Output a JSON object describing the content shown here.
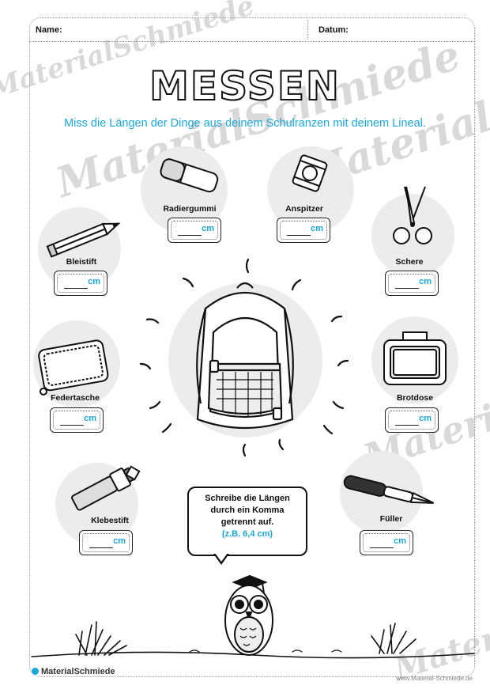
{
  "header": {
    "name_label": "Name:",
    "date_label": "Datum:"
  },
  "title": "MESSEN",
  "instruction": "Miss die Längen der Dinge aus deinem Schulranzen mit deinem Lineal.",
  "unit": "cm",
  "items": [
    {
      "label": "Radiergummi",
      "icon": "eraser-icon"
    },
    {
      "label": "Anspitzer",
      "icon": "sharpener-icon"
    },
    {
      "label": "Bleistift",
      "icon": "pencil-icon"
    },
    {
      "label": "Schere",
      "icon": "scissors-icon"
    },
    {
      "label": "Federtasche",
      "icon": "pencil-case-icon"
    },
    {
      "label": "Brotdose",
      "icon": "lunchbox-icon"
    },
    {
      "label": "Klebestift",
      "icon": "glue-stick-icon"
    },
    {
      "label": "Füller",
      "icon": "fountain-pen-icon"
    }
  ],
  "hint": {
    "line1": "Schreibe die Längen",
    "line2": "durch ein Komma",
    "line3": "getrennt auf.",
    "example": "(z.B. 6,4 cm)"
  },
  "footer": {
    "brand": "MaterialSchmiede",
    "url": "www.Material-Schmiede.de"
  },
  "watermark": "MaterialSchmiede",
  "colors": {
    "accent": "#1ca7d8",
    "ink": "#111111",
    "circle": "#ececec"
  }
}
